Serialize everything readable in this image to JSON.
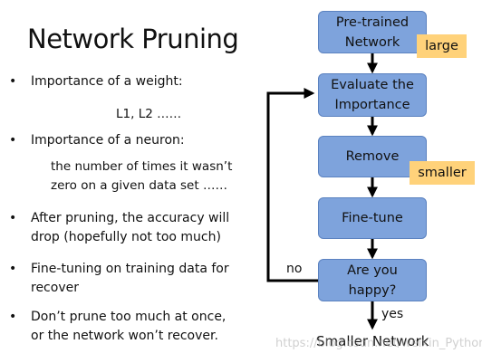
{
  "slide": {
    "title": "Network Pruning",
    "bullets": [
      {
        "text": "Importance of a weight:"
      },
      {
        "text": "Importance of a neuron:"
      },
      {
        "text": "After pruning, the accuracy will"
      },
      {
        "text": "drop (hopefully not too much)"
      },
      {
        "text": "Fine-tuning on training data for"
      },
      {
        "text": "recover"
      },
      {
        "text": "Don’t prune too much at once,"
      },
      {
        "text": "or the network won’t recover."
      }
    ],
    "weight_detail": "L1, L2 ……",
    "neuron_detail_line1": "the number of times it wasn’t",
    "neuron_detail_line2": "zero on a given data set ……",
    "bullet_glyph": "•"
  },
  "flow": {
    "pretrained_line1": "Pre-trained",
    "pretrained_line2": "Network",
    "evaluate_line1": "Evaluate the",
    "evaluate_line2": "Importance",
    "remove": "Remove",
    "finetune": "Fine-tune",
    "happy_line1": "Are you",
    "happy_line2": "happy?",
    "tag_large": "large",
    "tag_smaller": "smaller",
    "label_no": "no",
    "label_yes": "yes",
    "final": "Smaller Network"
  },
  "watermark": "https://blog.csdn.net/weixin_PythonC",
  "colors": {
    "box_fill": "#7ea3dc",
    "box_border": "#5b82c0",
    "tag_fill": "#ffd27a",
    "arrow": "#000000"
  }
}
